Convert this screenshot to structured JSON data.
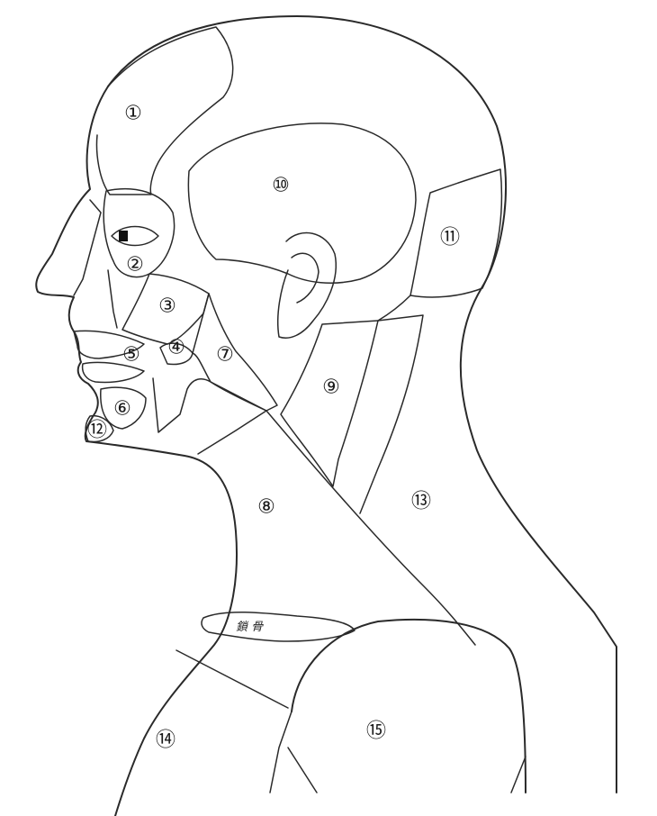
{
  "regions": [
    {
      "id": "1",
      "label": "①"
    },
    {
      "id": "2",
      "label": "②"
    },
    {
      "id": "3",
      "label": "③"
    },
    {
      "id": "4",
      "label": "④"
    },
    {
      "id": "5",
      "label": "⑤"
    },
    {
      "id": "6",
      "label": "⑥"
    },
    {
      "id": "7",
      "label": "⑦"
    },
    {
      "id": "8",
      "label": "⑧"
    },
    {
      "id": "9",
      "label": "⑨"
    },
    {
      "id": "10",
      "label": "⑩"
    },
    {
      "id": "11",
      "label": "⑪"
    },
    {
      "id": "12",
      "label": "⑫"
    },
    {
      "id": "13",
      "label": "⑬"
    },
    {
      "id": "14",
      "label": "⑭"
    },
    {
      "id": "15",
      "label": "⑮"
    }
  ],
  "clavicle_label": "鎖 骨",
  "colors": {
    "line": "#2a2a2a",
    "background": "#ffffff"
  }
}
